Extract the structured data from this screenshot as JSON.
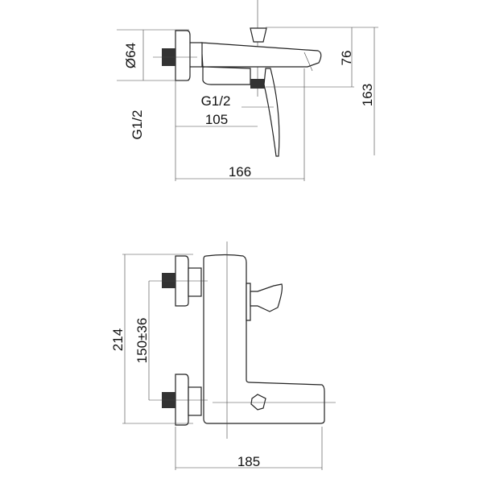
{
  "top_view": {
    "diameter_label": "Ø64",
    "height_label_spout": "76",
    "height_label_total": "163",
    "thread_label_side": "G1/2",
    "thread_label_bottom": "G1/2",
    "depth_label_105": "105",
    "depth_label_166": "166"
  },
  "front_view": {
    "height_label": "214",
    "spacing_label": "150±36",
    "width_label": "185"
  }
}
